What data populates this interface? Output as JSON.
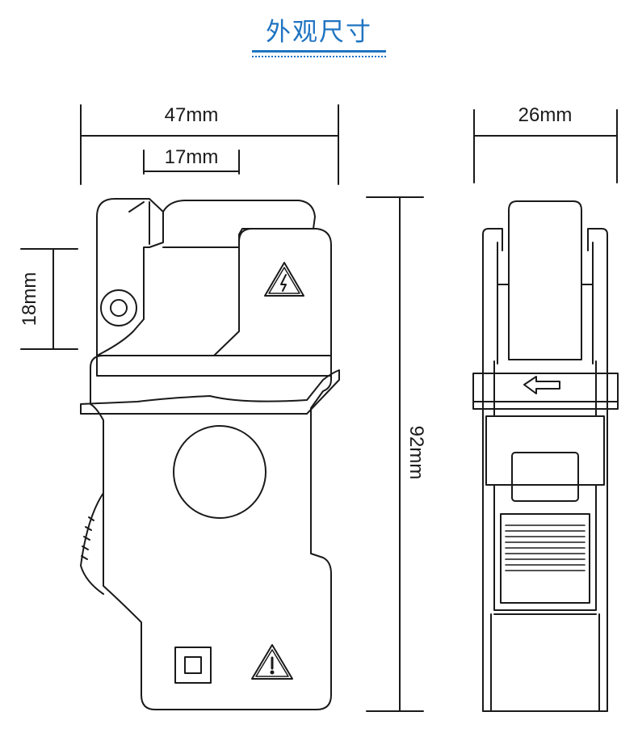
{
  "title": "外观尺寸",
  "dimensions": {
    "width_total": "47mm",
    "opening_width": "17mm",
    "opening_height": "18mm",
    "height_total": "92mm",
    "depth": "26mm"
  },
  "colors": {
    "title": "#1f74c2",
    "line": "#1a1a1a"
  },
  "icons": [
    "high-voltage-warning-icon",
    "caution-warning-icon",
    "double-square-icon",
    "arrow-left-icon"
  ]
}
